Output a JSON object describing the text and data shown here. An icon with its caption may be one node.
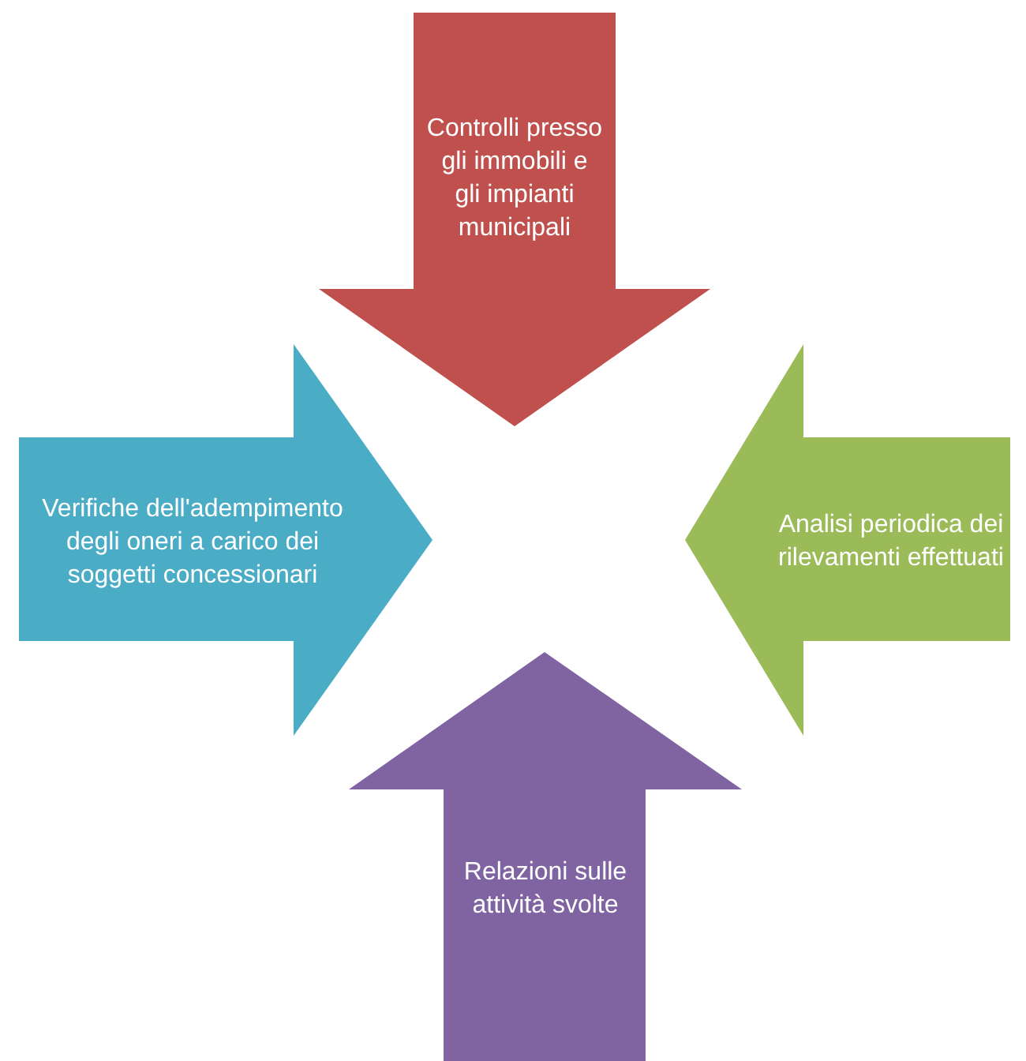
{
  "diagram": {
    "nodes": [
      {
        "text": [
          "Controlli presso gli immobili e gli impianti municipali"
        ]
      },
      {
        "text": [
          "Verifiche dell'adempimento degli oneri a carico dei soggetti concessionari"
        ]
      },
      {
        "text": [
          "Analisi periodica dei rilevamenti effettuati"
        ]
      },
      {
        "text": [
          "Relazioni sulle attività svolte"
        ]
      }
    ]
  }
}
